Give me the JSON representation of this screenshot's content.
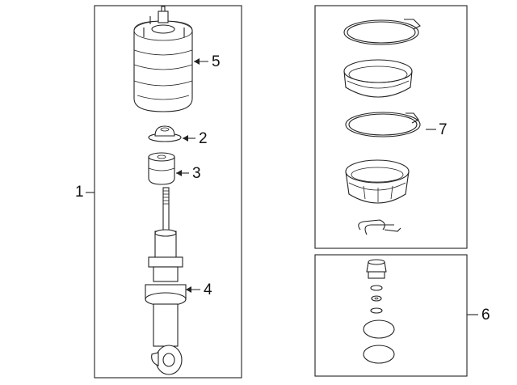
{
  "callouts": {
    "c1": "1",
    "c2": "2",
    "c3": "3",
    "c4": "4",
    "c5": "5",
    "c6": "6",
    "c7": "7"
  },
  "colors": {
    "line": "#222222",
    "background": "#ffffff",
    "shade": "#e9e9e9"
  }
}
